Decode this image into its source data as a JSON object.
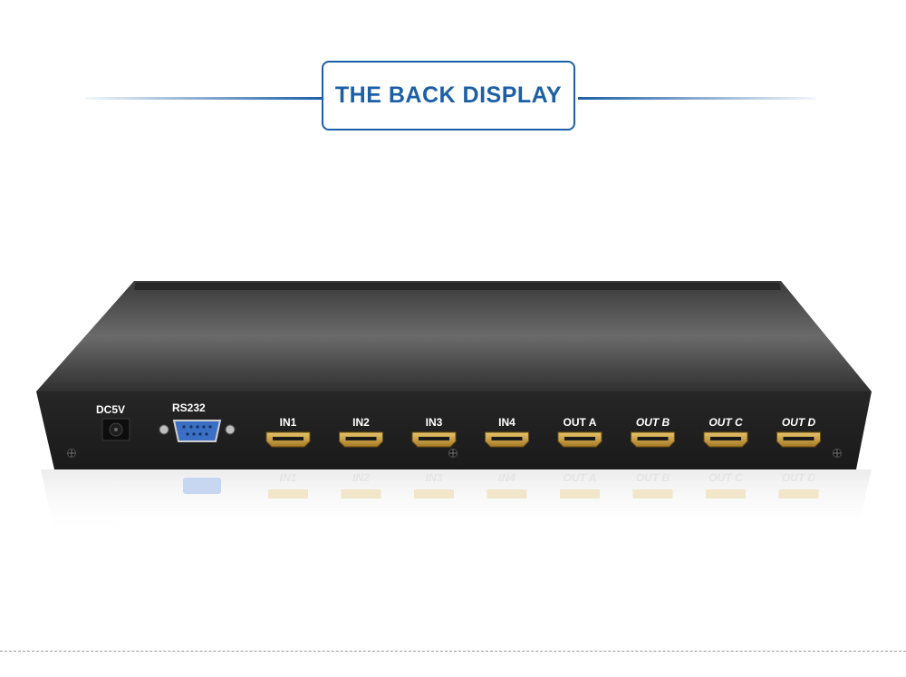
{
  "title": "THE BACK DISPLAY",
  "device": {
    "power_label": "DC5V",
    "serial_label": "RS232",
    "ports": [
      "IN1",
      "IN2",
      "IN3",
      "IN4",
      "OUT A",
      "OUT B",
      "OUT C",
      "OUT D"
    ]
  },
  "colors": {
    "accent": "#1d5fa6",
    "chassis": "#2b2b2b",
    "hdmi_gold": "#c9a24a",
    "serial_blue": "#3a6fc4"
  }
}
